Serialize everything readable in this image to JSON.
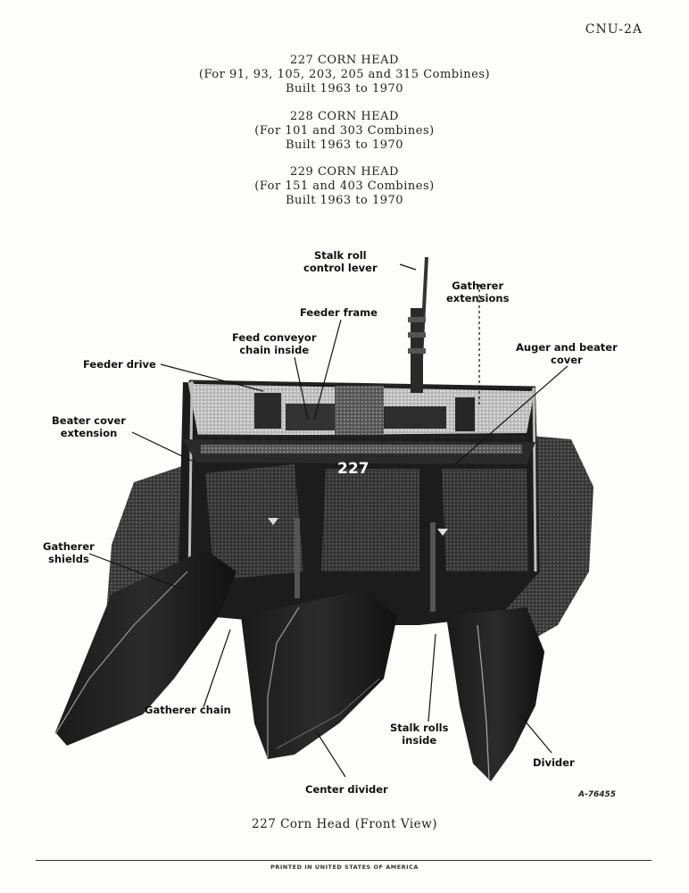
{
  "doc_code": "CNU-2A",
  "titles": [
    {
      "model": "227 CORN HEAD",
      "combines": "(For 91, 93, 105, 203, 205 and 315 Combines)",
      "built": "Built 1963 to 1970"
    },
    {
      "model": "228 CORN HEAD",
      "combines": "(For 101 and 303 Combines)",
      "built": "Built 1963 to 1970"
    },
    {
      "model": "229 CORN HEAD",
      "combines": "(For 151 and 403 Combines)",
      "built": "Built 1963 to 1970"
    }
  ],
  "figure": {
    "machine_number": "227",
    "callouts": {
      "stalk_roll_lever": [
        "Stalk roll",
        "control lever"
      ],
      "gatherer_extensions": [
        "Gatherer",
        "extensions"
      ],
      "feeder_frame": [
        "Feeder frame"
      ],
      "feed_conveyor": [
        "Feed conveyor",
        "chain inside"
      ],
      "feeder_drive": [
        "Feeder drive"
      ],
      "auger_beater": [
        "Auger and beater",
        "cover"
      ],
      "beater_cover_ext": [
        "Beater cover",
        "extension"
      ],
      "gatherer_shields": [
        "Gatherer",
        "shields"
      ],
      "gatherer_chain": [
        "Gatherer chain"
      ],
      "stalk_rolls": [
        "Stalk rolls",
        "inside"
      ],
      "divider": [
        "Divider"
      ],
      "center_divider": [
        "Center divider"
      ]
    },
    "figure_number": "A-76455",
    "caption": "227 Corn Head (Front View)"
  },
  "footer": {
    "printed": "PRINTED IN UNITED STATES OF AMERICA"
  }
}
